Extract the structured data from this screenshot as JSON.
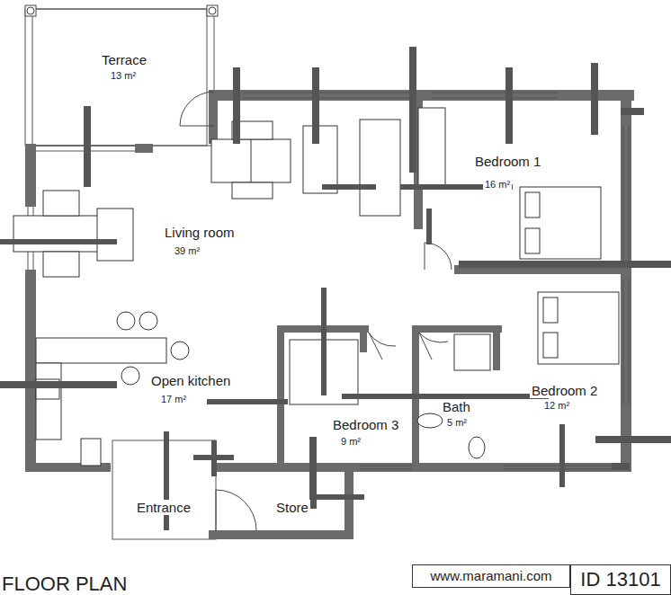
{
  "diagram": {
    "title": "FLOOR PLAN",
    "nodes": [
      {
        "text": [
          "www.maramani.com"
        ]
      },
      {
        "text": [
          "ID 13101"
        ]
      }
    ],
    "labels": [
      "Terrace",
      "13 m²",
      "Living room",
      "39 m²",
      "Bedroom 1",
      "16 m²",
      "Open kitchen",
      "17 m²",
      "Bedroom 3",
      "9 m²",
      "Bath",
      "5 m²",
      "Bedroom 2",
      "12 m²",
      "Entrance",
      "Store"
    ]
  }
}
